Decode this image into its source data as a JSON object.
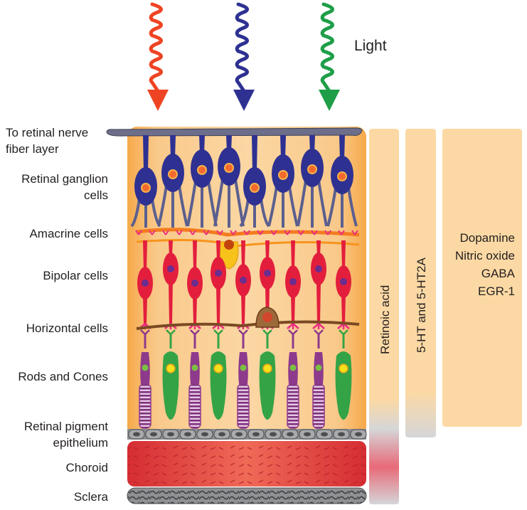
{
  "light": {
    "label": "Light",
    "arrow_colors": [
      "#ef4423",
      "#2e3192",
      "#1e9e48"
    ]
  },
  "layers": {
    "nerve_fiber": [
      "To retinal nerve",
      "fiber layer"
    ],
    "ganglion": [
      "Retinal ganglion",
      "cells"
    ],
    "amacrine": "Amacrine cells",
    "bipolar": "Bipolar cells",
    "horizontal": "Horizontal cells",
    "rods_cones": "Rods and Cones",
    "rpe": [
      "Retinal pigment",
      "epithelium"
    ],
    "choroid": "Choroid",
    "sclera": "Sclera"
  },
  "bars": {
    "retinoic": "Retinoic acid",
    "serotonin": "5-HT and 5-HT2A",
    "dopamine_list": [
      "Dopamine",
      "Nitric oxide",
      "GABA",
      "EGR-1"
    ]
  },
  "colors": {
    "retina_bg": "#f7b763",
    "ganglion": "#2e3192",
    "bipolar": "#e31e3d",
    "amacrine": "#f7c21a",
    "horizontal": "#7b4a23",
    "rod": "#8e3a8c",
    "cone": "#34a346",
    "choroid": "#e0393e",
    "sclera": "#6d6e71",
    "bar": "#fcd9a4"
  }
}
